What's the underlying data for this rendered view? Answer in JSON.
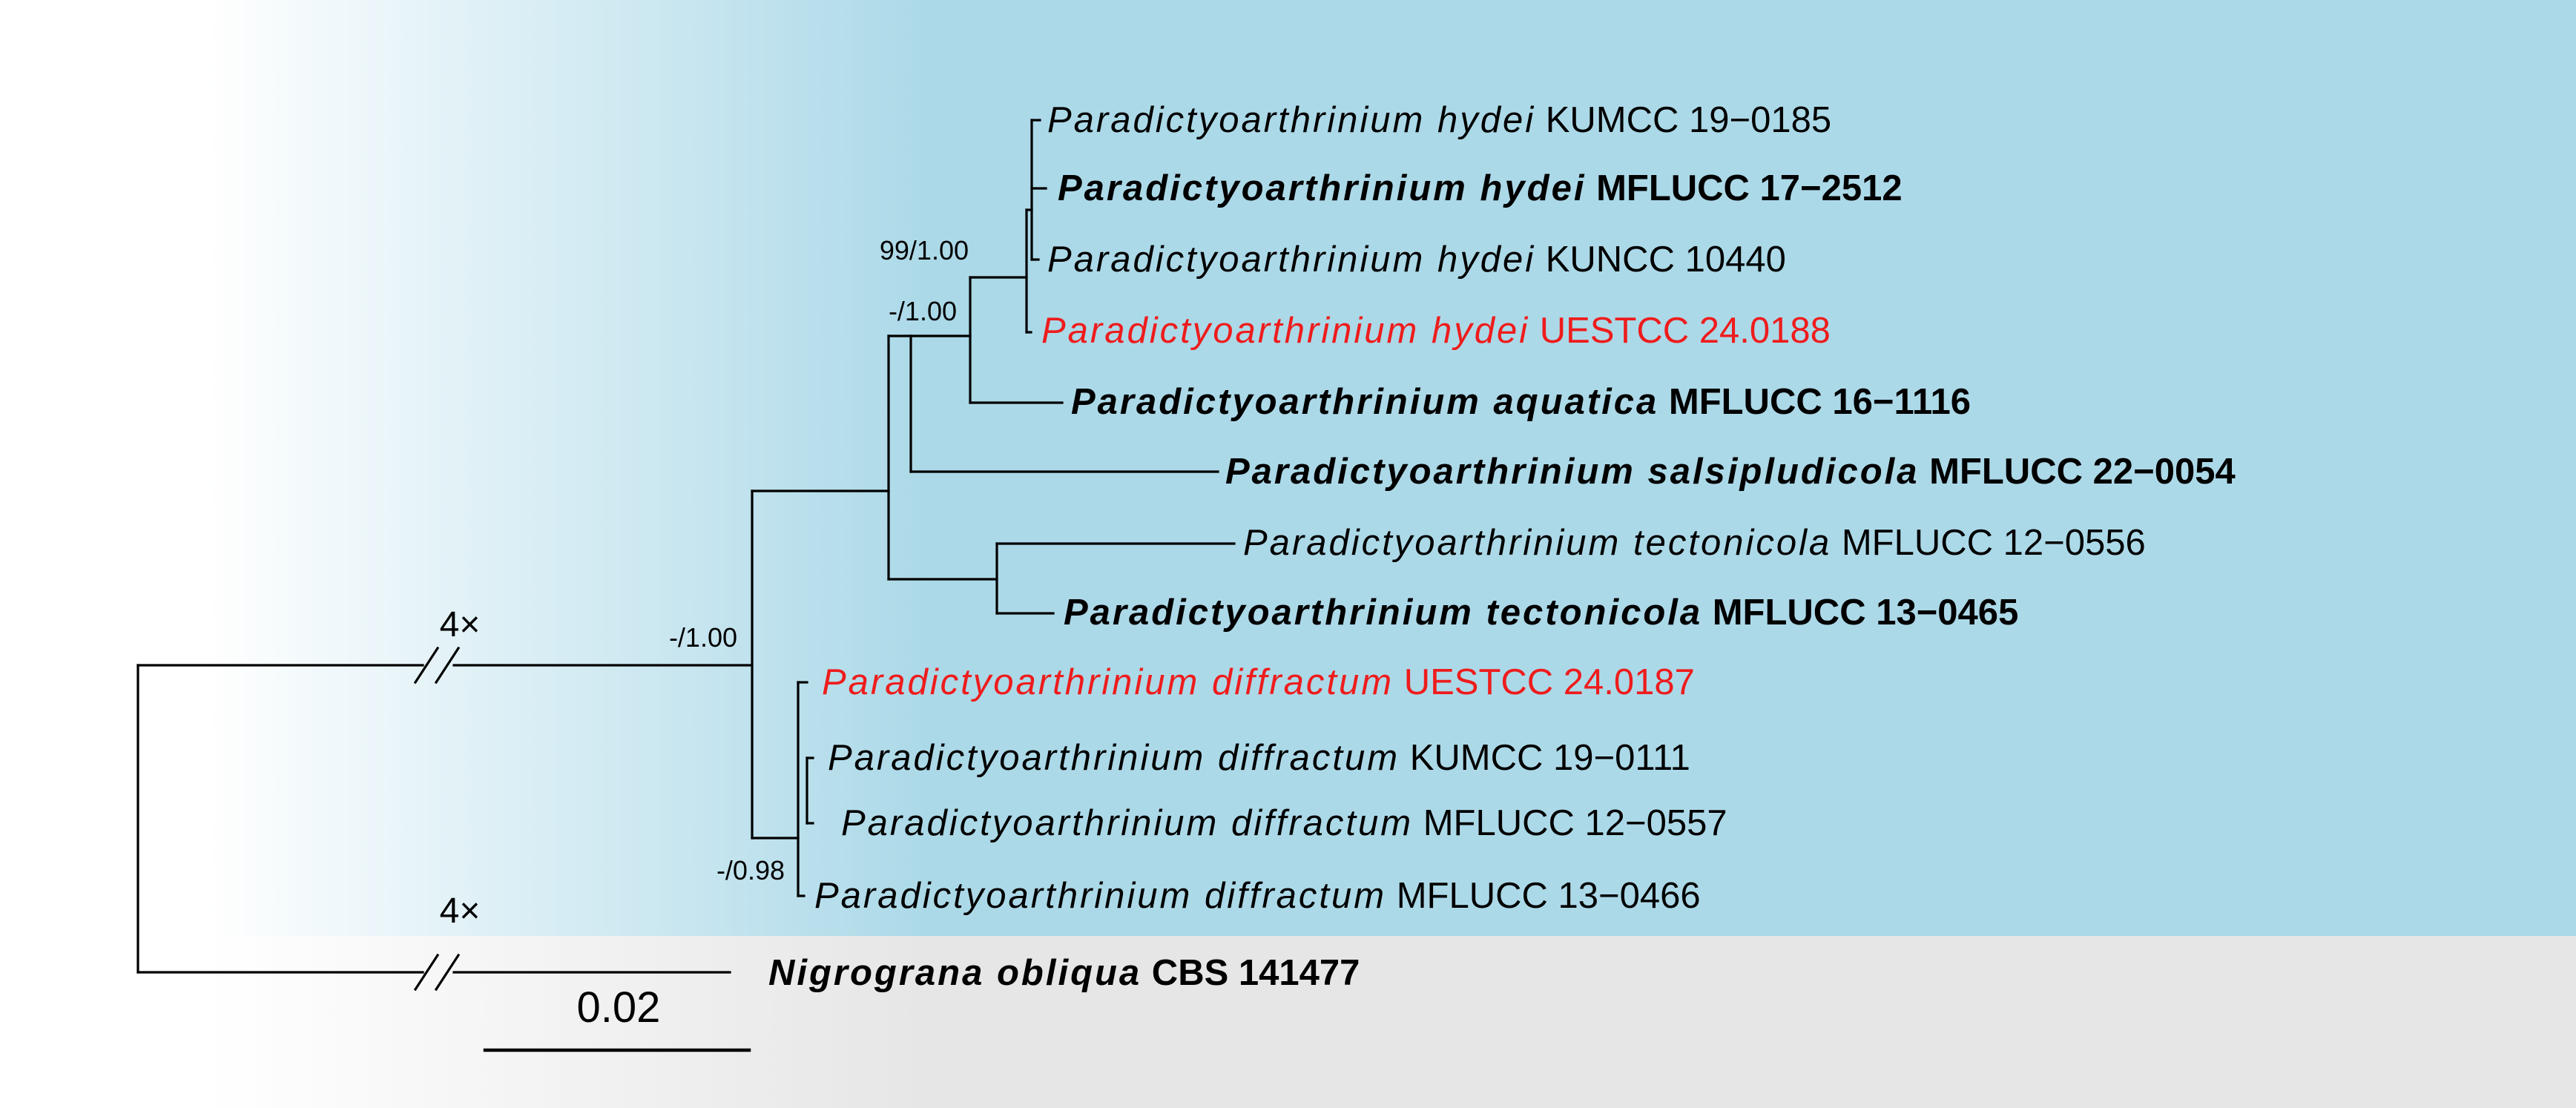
{
  "colors": {
    "ingroup_background": "#acd9e8",
    "outgroup_background": "#e6e6e6",
    "new_isolate_text": "#ee1c1c",
    "default_text": "#000000"
  },
  "taxa": [
    {
      "genus": "Paradictyoarthrinium",
      "species": "hydei",
      "strain": "KUMCC 19−0185",
      "bold": false,
      "new_isolate": false
    },
    {
      "genus": "Paradictyoarthrinium",
      "species": "hydei",
      "strain": "MFLUCC 17−2512",
      "bold": true,
      "new_isolate": false
    },
    {
      "genus": "Paradictyoarthrinium",
      "species": "hydei",
      "strain": "KUNCC 10440",
      "bold": false,
      "new_isolate": false
    },
    {
      "genus": "Paradictyoarthrinium",
      "species": "hydei",
      "strain": "UESTCC 24.0188",
      "bold": false,
      "new_isolate": true
    },
    {
      "genus": "Paradictyoarthrinium",
      "species": "aquatica",
      "strain": "MFLUCC 16−1116",
      "bold": true,
      "new_isolate": false
    },
    {
      "genus": "Paradictyoarthrinium",
      "species": "salsipludicola",
      "strain": "MFLUCC 22−0054",
      "bold": true,
      "new_isolate": false
    },
    {
      "genus": "Paradictyoarthrinium",
      "species": "tectonicola",
      "strain": "MFLUCC 12−0556",
      "bold": false,
      "new_isolate": false
    },
    {
      "genus": "Paradictyoarthrinium",
      "species": "tectonicola",
      "strain": "MFLUCC 13−0465",
      "bold": true,
      "new_isolate": false
    },
    {
      "genus": "Paradictyoarthrinium",
      "species": "diffractum",
      "strain": "UESTCC 24.0187",
      "bold": false,
      "new_isolate": true
    },
    {
      "genus": "Paradictyoarthrinium",
      "species": "diffractum",
      "strain": "KUMCC 19−0111",
      "bold": false,
      "new_isolate": false
    },
    {
      "genus": "Paradictyoarthrinium",
      "species": "diffractum",
      "strain": "MFLUCC 12−0557",
      "bold": false,
      "new_isolate": false
    },
    {
      "genus": "Paradictyoarthrinium",
      "species": "diffractum",
      "strain": "MFLUCC 13−0466",
      "bold": false,
      "new_isolate": false
    },
    {
      "genus": "Nigrograna",
      "species": "obliqua",
      "strain": "CBS 141477",
      "bold": true,
      "new_isolate": false
    }
  ],
  "support_values": [
    "99/1.00",
    "-/1.00",
    "-/1.00",
    "-/0.98"
  ],
  "branch_breaks": [
    "4×",
    "4×"
  ],
  "scale_bar": {
    "label": "0.02",
    "value": 0.02
  }
}
